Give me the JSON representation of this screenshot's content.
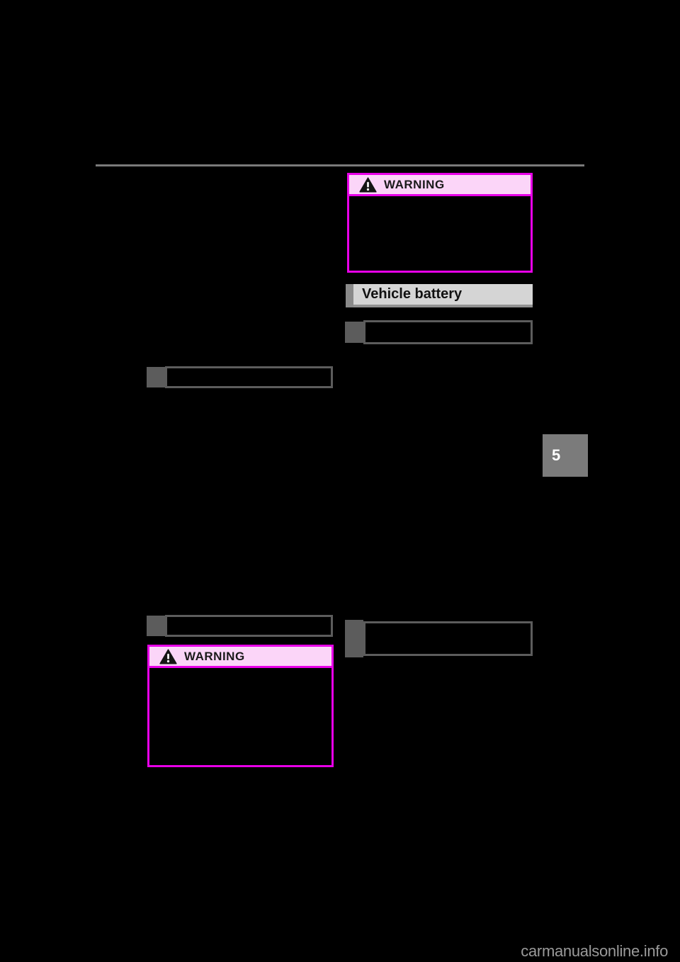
{
  "warnings": {
    "top": {
      "label": "WARNING",
      "icon": "warning-triangle-icon"
    },
    "bottom": {
      "label": "WARNING",
      "icon": "warning-triangle-icon"
    }
  },
  "sections": {
    "vehicle_battery": {
      "title": "Vehicle battery"
    }
  },
  "chapter_tab": {
    "number": "5"
  },
  "watermark": {
    "text": "carmanualsonline.info"
  },
  "colors": {
    "background": "#000000",
    "warning_border": "#E800E8",
    "warning_header_bg": "#FBD5F8",
    "section_header_bg": "#D5D5D5",
    "section_accent": "#8A8A8A",
    "subsection_gray": "#5C5C5C",
    "divider_gray": "#7A7A7A",
    "chapter_tab_bg": "#7B7B7B",
    "watermark_gray": "#9A9A9A"
  }
}
